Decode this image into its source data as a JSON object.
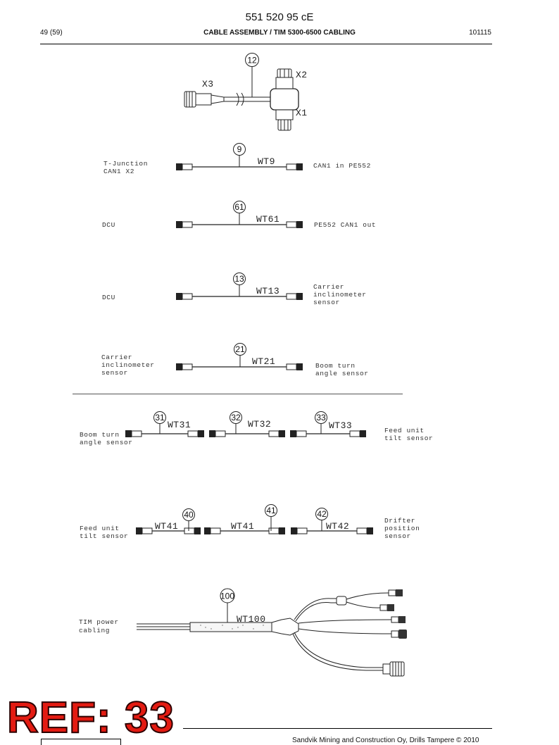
{
  "document": {
    "number": "551 520 95 cE",
    "page": "49 (59)",
    "title": "CABLE ASSEMBLY / TIM 5300-6500 CABLING",
    "code": "101115"
  },
  "tjunction": {
    "ref": "12",
    "x3": "X3",
    "x2": "X2",
    "x1": "X1"
  },
  "cables": [
    {
      "ref": "9",
      "wt": "WT9",
      "left": [
        "T-Junction",
        "CAN1 X2"
      ],
      "right": [
        "CAN1 in PE552"
      ]
    },
    {
      "ref": "61",
      "wt": "WT61",
      "left": [
        "DCU"
      ],
      "right": [
        "PE552 CAN1 out"
      ]
    },
    {
      "ref": "13",
      "wt": "WT13",
      "left": [
        "DCU"
      ],
      "right": [
        "Carrier",
        "inclinometer",
        "sensor"
      ]
    },
    {
      "ref": "21",
      "wt": "WT21",
      "left": [
        "Carrier",
        "inclinometer",
        "sensor"
      ],
      "right": [
        "Boom turn",
        "angle sensor"
      ]
    }
  ],
  "chain1": {
    "left": [
      "Boom turn",
      "angle sensor"
    ],
    "right": [
      "Feed unit",
      "tilt sensor"
    ],
    "segments": [
      {
        "ref": "31",
        "wt": "WT31"
      },
      {
        "ref": "32",
        "wt": "WT32"
      },
      {
        "ref": "33",
        "wt": "WT33"
      }
    ]
  },
  "chain2": {
    "left": [
      "Feed unit",
      "tilt sensor"
    ],
    "right": [
      "Drifter",
      "position",
      "sensor"
    ],
    "segments": [
      {
        "ref": "40",
        "wt": "WT41"
      },
      {
        "ref": "41",
        "wt": "WT41"
      },
      {
        "ref": "42",
        "wt": "WT42"
      }
    ]
  },
  "power": {
    "ref": "100",
    "wt": "WT100",
    "label": [
      "TIM power",
      "cabling"
    ]
  },
  "stamp": "REF: 33",
  "footer": "Sandvik Mining and Construction Oy, Drills Tampere © 2010"
}
